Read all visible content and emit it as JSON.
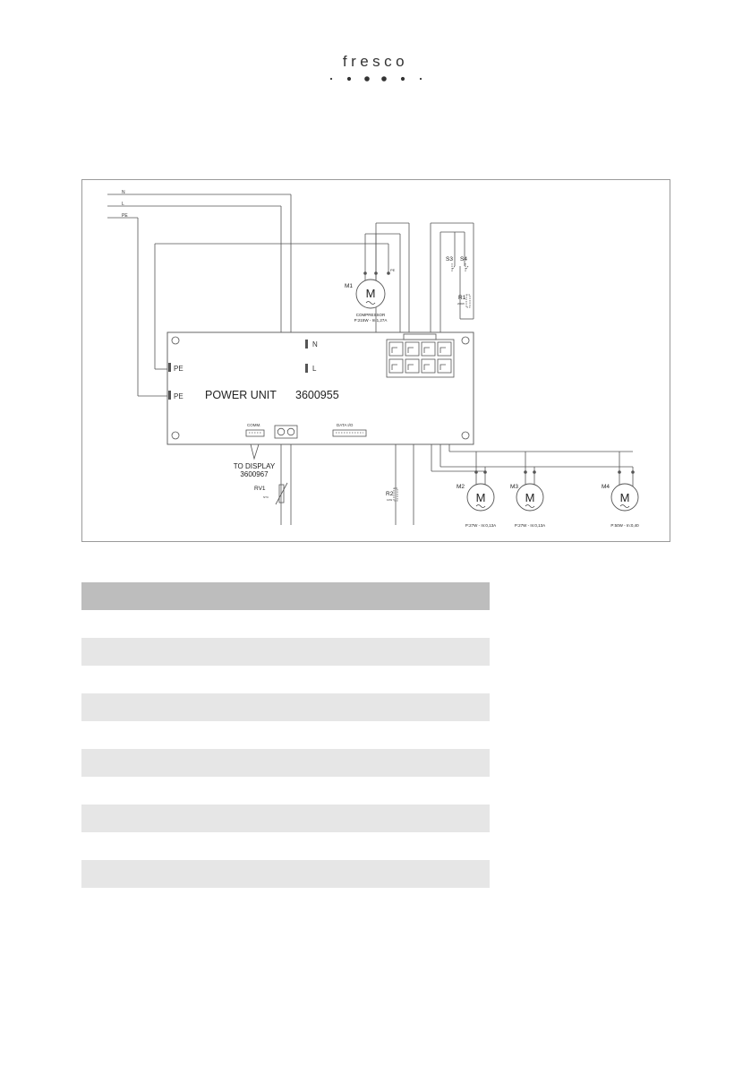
{
  "brand": {
    "name": "fresco"
  },
  "diagram": {
    "wires": {
      "n": "N",
      "l": "L",
      "pe": "PE"
    },
    "board": {
      "title": "POWER UNIT",
      "part_number": "3600955",
      "terminal_n": "N",
      "terminal_l": "L",
      "terminal_pe_top": "PE",
      "terminal_pe_bottom": "PE",
      "comm_label": "COMM.",
      "data_label": "DATA I/O"
    },
    "display": {
      "line1": "TO DISPLAY",
      "line2": "3600967"
    },
    "rv1": {
      "label": "RV1",
      "sub": "NTC"
    },
    "r2": {
      "label": "R2",
      "sub": "10W"
    },
    "r1": {
      "label": "R1",
      "sub": "200W"
    },
    "switches": {
      "s3": "S3",
      "s4": "S4"
    },
    "motors": [
      {
        "id": "M1",
        "symbol": "M",
        "name": "COMPRESSOR",
        "spec": "P:215W - In:1,27A",
        "pe": "PE"
      },
      {
        "id": "M2",
        "symbol": "M",
        "spec": "P:27W - In:0,13A"
      },
      {
        "id": "M3",
        "symbol": "M",
        "spec": "P:27W - In:0,13A"
      },
      {
        "id": "M4",
        "symbol": "M",
        "spec": "P:50W - In:0,40"
      }
    ]
  },
  "table": {
    "rows": [
      "head",
      "plain",
      "shade",
      "plain",
      "shade",
      "plain",
      "shade",
      "plain",
      "shade",
      "plain",
      "shade"
    ]
  }
}
